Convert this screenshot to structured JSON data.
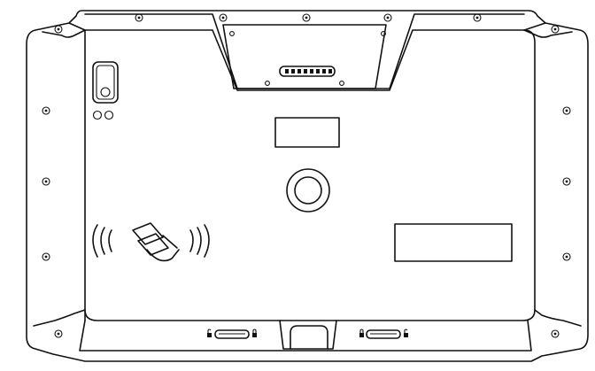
{
  "figure": {
    "subject": "tablet-rear-view",
    "style": "line-drawing",
    "colors": {
      "line": "#111111",
      "background": "#ffffff"
    }
  },
  "components": {
    "camera": {
      "icon": "camera-lens-icon"
    },
    "camera_leds": {
      "count": 2
    },
    "fingerprint_reader": {
      "icon": "fingerprint-sensor-icon"
    },
    "nfc_area": {
      "icon": "nfc-contactless-card-icon"
    },
    "pogo_connector": {
      "pin_count": 8
    },
    "expansion_latches": {
      "count": 2,
      "icon": "lock-icon"
    },
    "label_plates": {
      "count": 2
    }
  }
}
